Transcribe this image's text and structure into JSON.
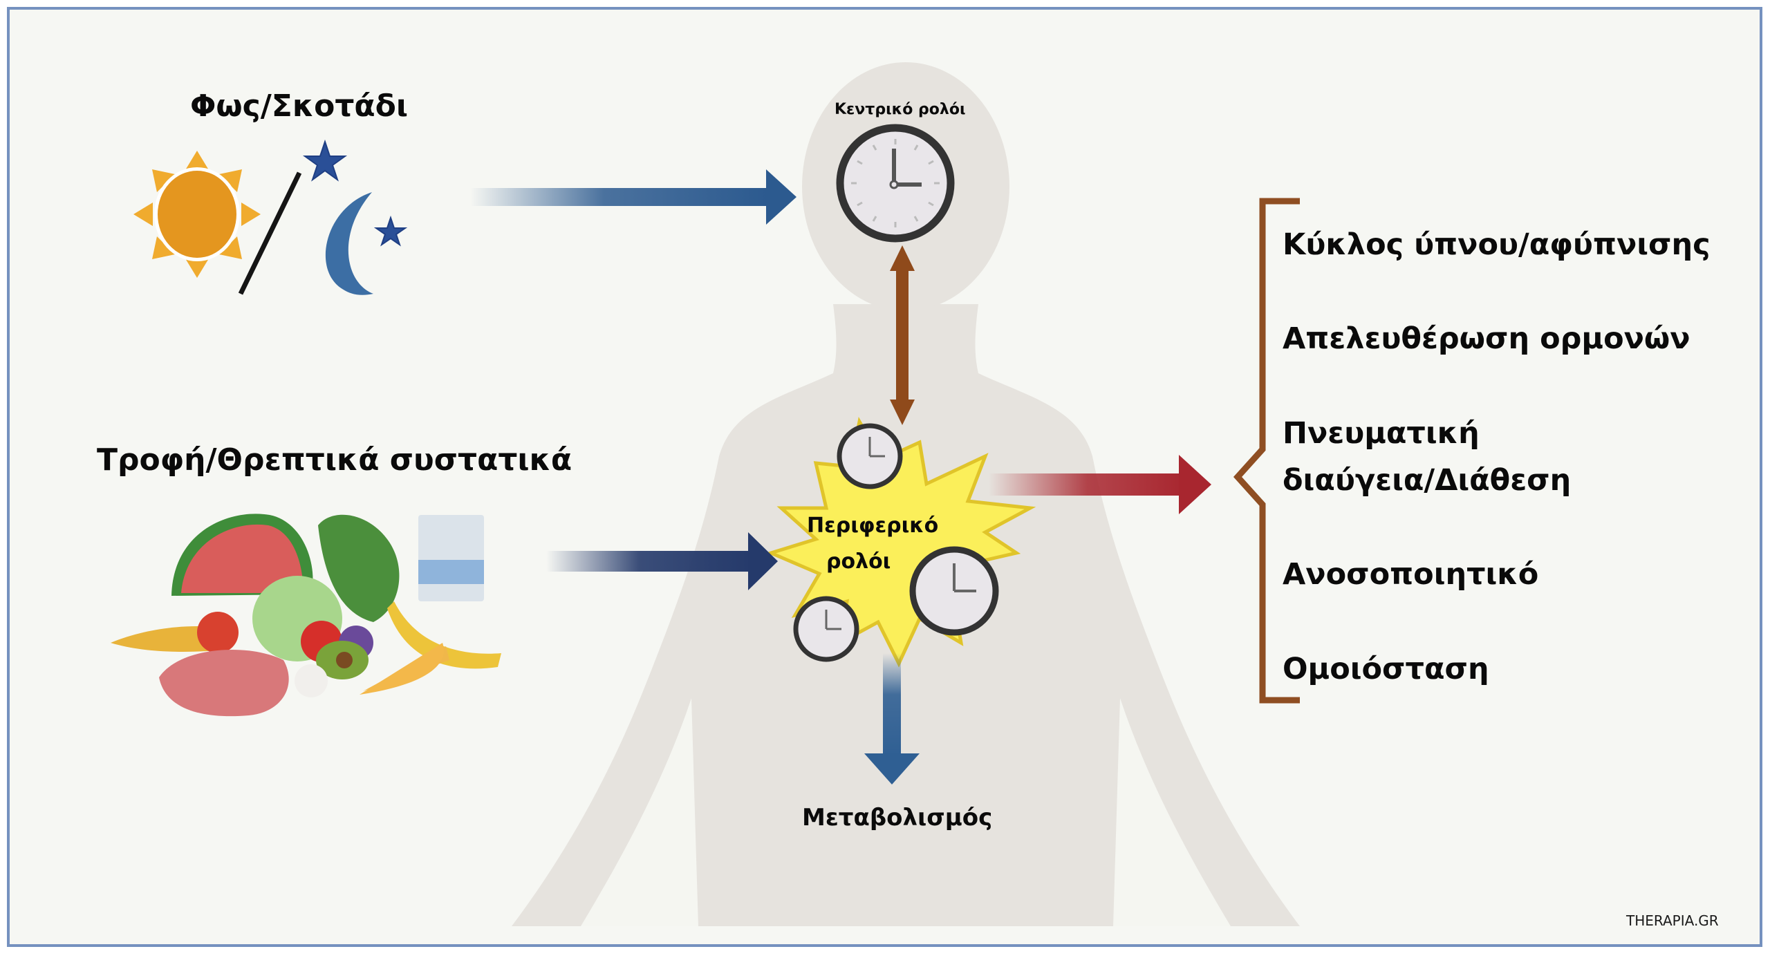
{
  "inputs": {
    "light": {
      "title": "Φως/Σκοτάδι",
      "icon": "sun-moon-icon"
    },
    "food": {
      "title": "Τροφή/Θρεπτικά συστατικά",
      "icon": "food-group-icon"
    }
  },
  "clocks": {
    "central": {
      "label": "Κεντρικό ρολόι"
    },
    "peripheral": {
      "label_line1": "Περιφερικό",
      "label_line2": "ρολόι"
    }
  },
  "outputs": {
    "metabolism": "Μεταβολισμός",
    "functions": [
      {
        "line1": "Κύκλος ύπνου/αφύπνισης"
      },
      {
        "line1": "Απελευθέρωση ορμονών"
      },
      {
        "line1": "Πνευματική",
        "line2": "διαύγεια/Διάθεση"
      },
      {
        "line1": "Ανοσοποιητικό"
      },
      {
        "line1": "Ομοιόσταση"
      }
    ]
  },
  "watermark": "THERAPIA.GR",
  "colors": {
    "frame_border": "#7591bf",
    "background": "#f6f7f3",
    "body_silhouette": "#e6e3de",
    "sun": "#e4961f",
    "moon": "#3c6ea4",
    "star": "#2a4f97",
    "arrow_light": "#2c5a8f",
    "arrow_food": "#253a6b",
    "arrow_central_peripheral": "#8f4a1b",
    "arrow_outputs": "#a8262f",
    "arrow_metabolism": "#2f5f93",
    "brace": "#8f4e22",
    "starburst_fill": "#fbef5a",
    "starburst_stroke": "#e0c42a"
  }
}
